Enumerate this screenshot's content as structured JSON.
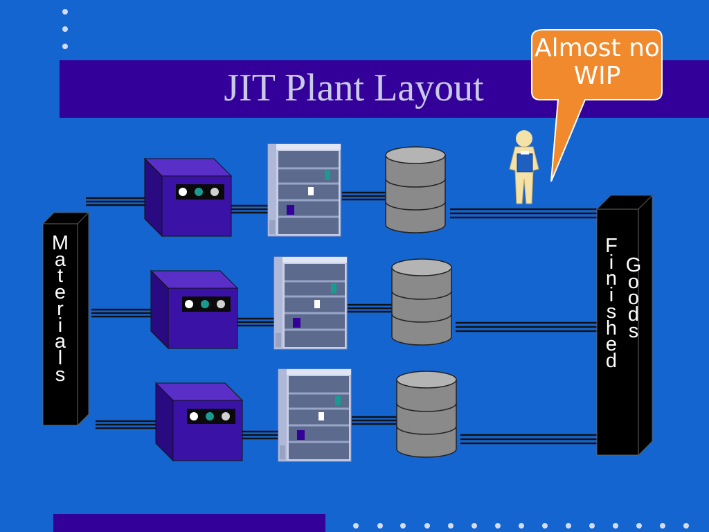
{
  "slide": {
    "title": "JIT Plant Layout",
    "callout": "Almost no WIP",
    "materials_label": "Materials",
    "finished_label": "Finished",
    "goods_label": "Goods"
  },
  "colors": {
    "background": "#1565d0",
    "band": "#33009a",
    "callout_fill": "#f08a2c",
    "text_light": "#ffffff",
    "title_text": "#c9cbe6",
    "box_black": "#000000"
  },
  "icons": [
    "machine-icon",
    "server-rack-icon",
    "storage-drum-icon",
    "worker-icon"
  ]
}
